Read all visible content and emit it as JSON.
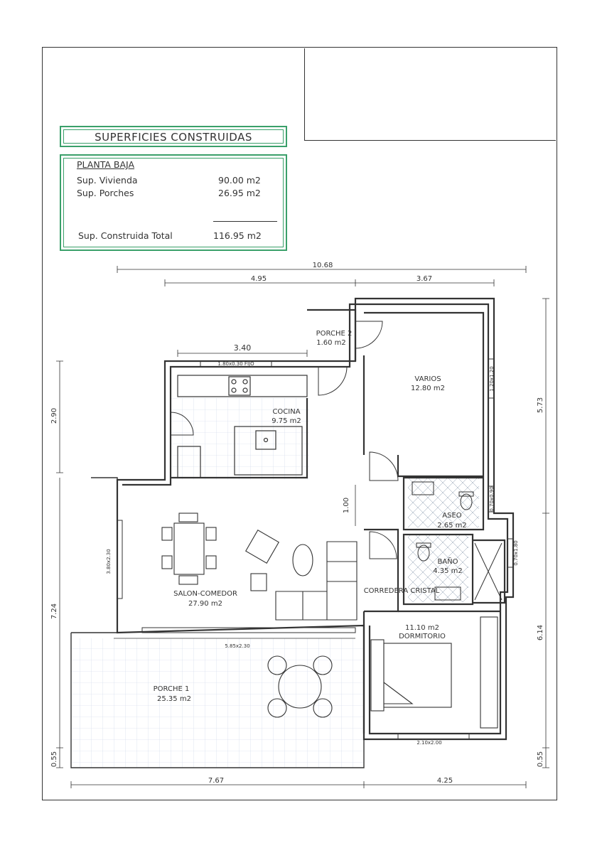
{
  "summary": {
    "title": "SUPERFICIES CONSTRUIDAS",
    "section": "PLANTA BAJA",
    "rows": [
      {
        "label": "Sup. Vivienda",
        "value": "90.00 m2"
      },
      {
        "label": "Sup. Porches",
        "value": "26.95 m2"
      }
    ],
    "total": {
      "label": "Sup. Construida Total",
      "value": "116.95 m2"
    }
  },
  "rooms": {
    "porche2": {
      "name": "PORCHE 2",
      "area": "1.60 m2"
    },
    "varios": {
      "name": "VARIOS",
      "area": "12.80 m2"
    },
    "cocina": {
      "name": "COCINA",
      "area": "9.75 m2"
    },
    "aseo": {
      "name": "ASEO",
      "area": "2.65 m2"
    },
    "bano": {
      "name": "BAÑO",
      "area": "4.35 m2"
    },
    "salon": {
      "name": "SALON-COMEDOR",
      "area": "27.90 m2"
    },
    "dormitorio": {
      "name": "DORMITORIO",
      "area": "11.10 m2"
    },
    "porche1": {
      "name": "PORCHE 1",
      "area": "25.35 m2"
    }
  },
  "labels": {
    "corredera": "CORREDERA CRISTAL",
    "fijo": "1.80x0.30 FIJO",
    "win_varios": "1.20x1.20",
    "win_aseo": "0.70x0.90",
    "win_bano": "0.70x1.80",
    "win_salon_side": "3.80x2.30",
    "win_salon_front": "5.85x2.30",
    "win_dorm": "2.10x2.00"
  },
  "dimensions": {
    "total_width": "10.68",
    "top_left": "4.95",
    "top_right": "3.67",
    "kitchen": "3.40",
    "door_gap": "1.00",
    "left_upper": "2.90",
    "left_lower": "7.24",
    "left_small": "0.55",
    "right_upper": "5.73",
    "right_lower": "6.14",
    "right_small": "0.55",
    "bottom_left": "7.67",
    "bottom_right": "4.25"
  },
  "colors": {
    "accent": "#3aa06a",
    "ink": "#333333",
    "grid": "#c9d6e8"
  }
}
